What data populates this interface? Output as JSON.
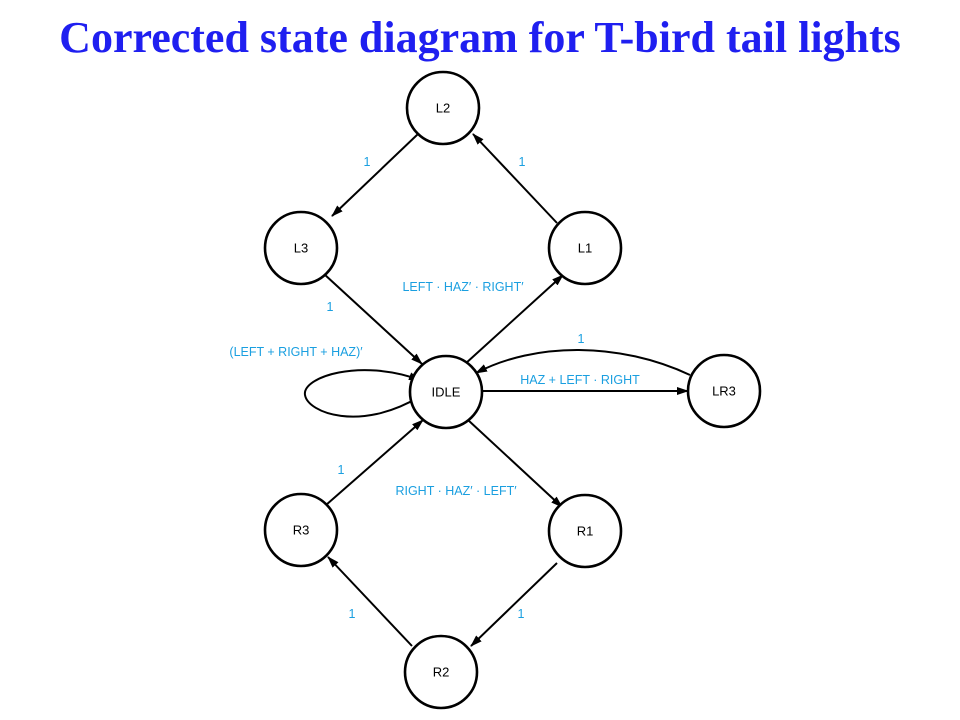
{
  "title": "Corrected state diagram for T-bird tail lights",
  "colors": {
    "title": "#1f1ff0",
    "label": "#1a9fe0",
    "line": "#000000"
  },
  "states": {
    "L2": "L2",
    "L3": "L3",
    "L1": "L1",
    "IDLE": "IDLE",
    "LR3": "LR3",
    "R3": "R3",
    "R1": "R1",
    "R2": "R2"
  },
  "transitions": {
    "L2_L3": "1",
    "L1_L2": "1",
    "L3_IDLE": "1",
    "IDLE_L1": "LEFT · HAZ′ · RIGHT′",
    "IDLE_self": "(LEFT + RIGHT + HAZ)′",
    "LR3_IDLE": "1",
    "IDLE_LR3": "HAZ + LEFT · RIGHT",
    "R3_IDLE": "1",
    "IDLE_R1": "RIGHT · HAZ′ · LEFT′",
    "R2_R3": "1",
    "R1_R2": "1"
  }
}
